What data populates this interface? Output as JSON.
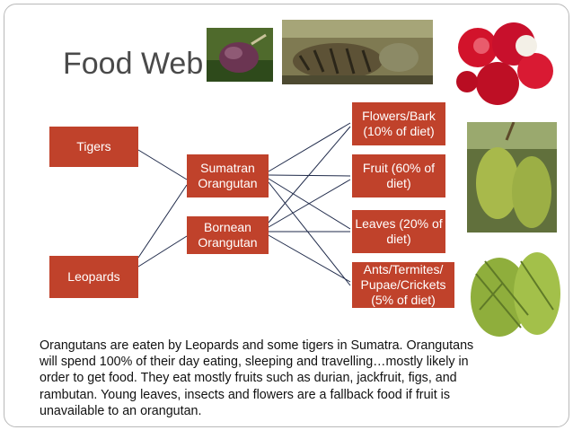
{
  "slide": {
    "title": "Food Web",
    "caption": "Orangutans are eaten by Leopards and some tigers in Sumatra. Orangutans will spend 100% of their day eating, sleeping and travelling…mostly likely in order to get food. They eat mostly fruits such as durian, jackfruit, figs, and rambutan. Young leaves, insects and flowers are a fallback food if fruit is unavailable to an orangutan."
  },
  "nodes": {
    "tigers": "Tigers",
    "leopards": "Leopards",
    "sumatran": "Sumatran Orangutan",
    "bornean": "Bornean Orangutan",
    "flowers": "Flowers/Bark (10% of diet)",
    "fruit": "Fruit (60% of diet)",
    "leaves": "Leaves (20% of diet)",
    "ants": "Ants/Termites/ Pupae/Crickets (5% of diet)"
  },
  "images": [
    "fig-photo",
    "tiger-photo",
    "rambutan-photo",
    "jackfruit-photo",
    "durian-photo"
  ],
  "colors": {
    "box": "#c0422b",
    "line": "#1f2a4a",
    "title": "#4a4a4a"
  }
}
